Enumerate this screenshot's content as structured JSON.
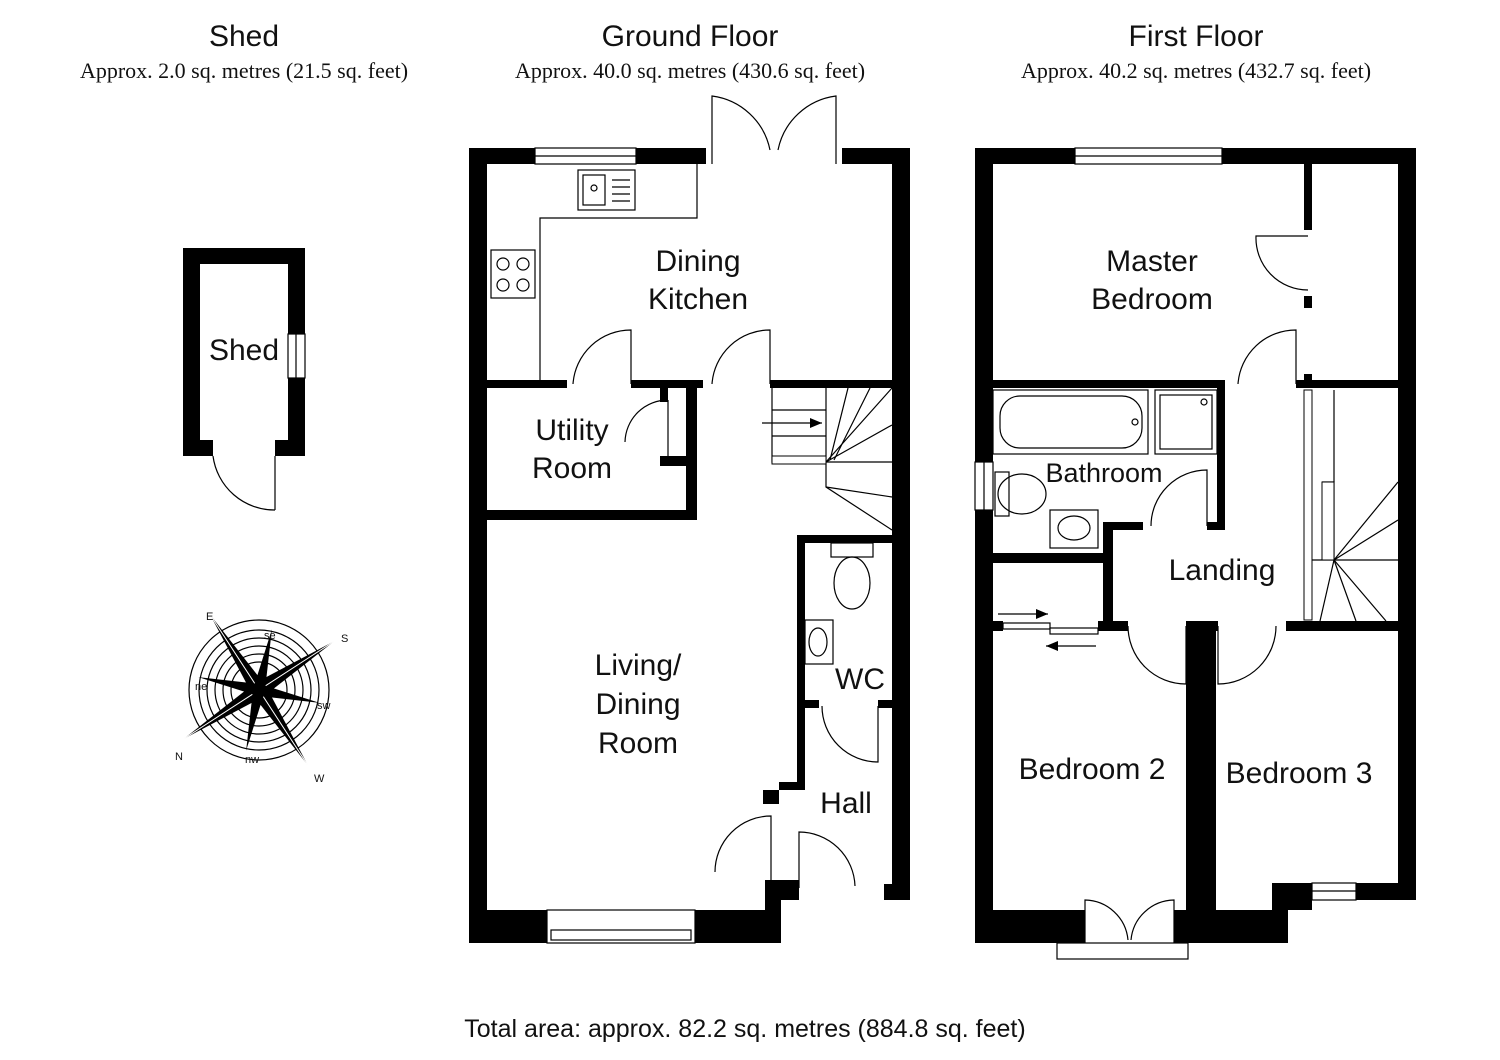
{
  "floors": {
    "shed": {
      "title": "Shed",
      "area": "Approx. 2.0 sq. metres (21.5 sq. feet)"
    },
    "ground": {
      "title": "Ground Floor",
      "area": "Approx. 40.0 sq. metres (430.6 sq. feet)"
    },
    "first": {
      "title": "First Floor",
      "area": "Approx. 40.2 sq. metres (432.7 sq. feet)"
    }
  },
  "rooms": {
    "shed": "Shed",
    "dining_kitchen_1": "Dining",
    "dining_kitchen_2": "Kitchen",
    "utility_1": "Utility",
    "utility_2": "Room",
    "living_1": "Living/",
    "living_2": "Dining",
    "living_3": "Room",
    "wc": "WC",
    "hall": "Hall",
    "master_1": "Master",
    "master_2": "Bedroom",
    "bathroom": "Bathroom",
    "landing": "Landing",
    "bedroom2": "Bedroom 2",
    "bedroom3": "Bedroom 3"
  },
  "compass": {
    "N": "N",
    "S": "S",
    "E": "E",
    "W": "W",
    "ne": "ne",
    "se": "se",
    "sw": "sw",
    "nw": "nw"
  },
  "total_area": "Total area: approx. 82.2 sq. metres (884.8 sq. feet)"
}
